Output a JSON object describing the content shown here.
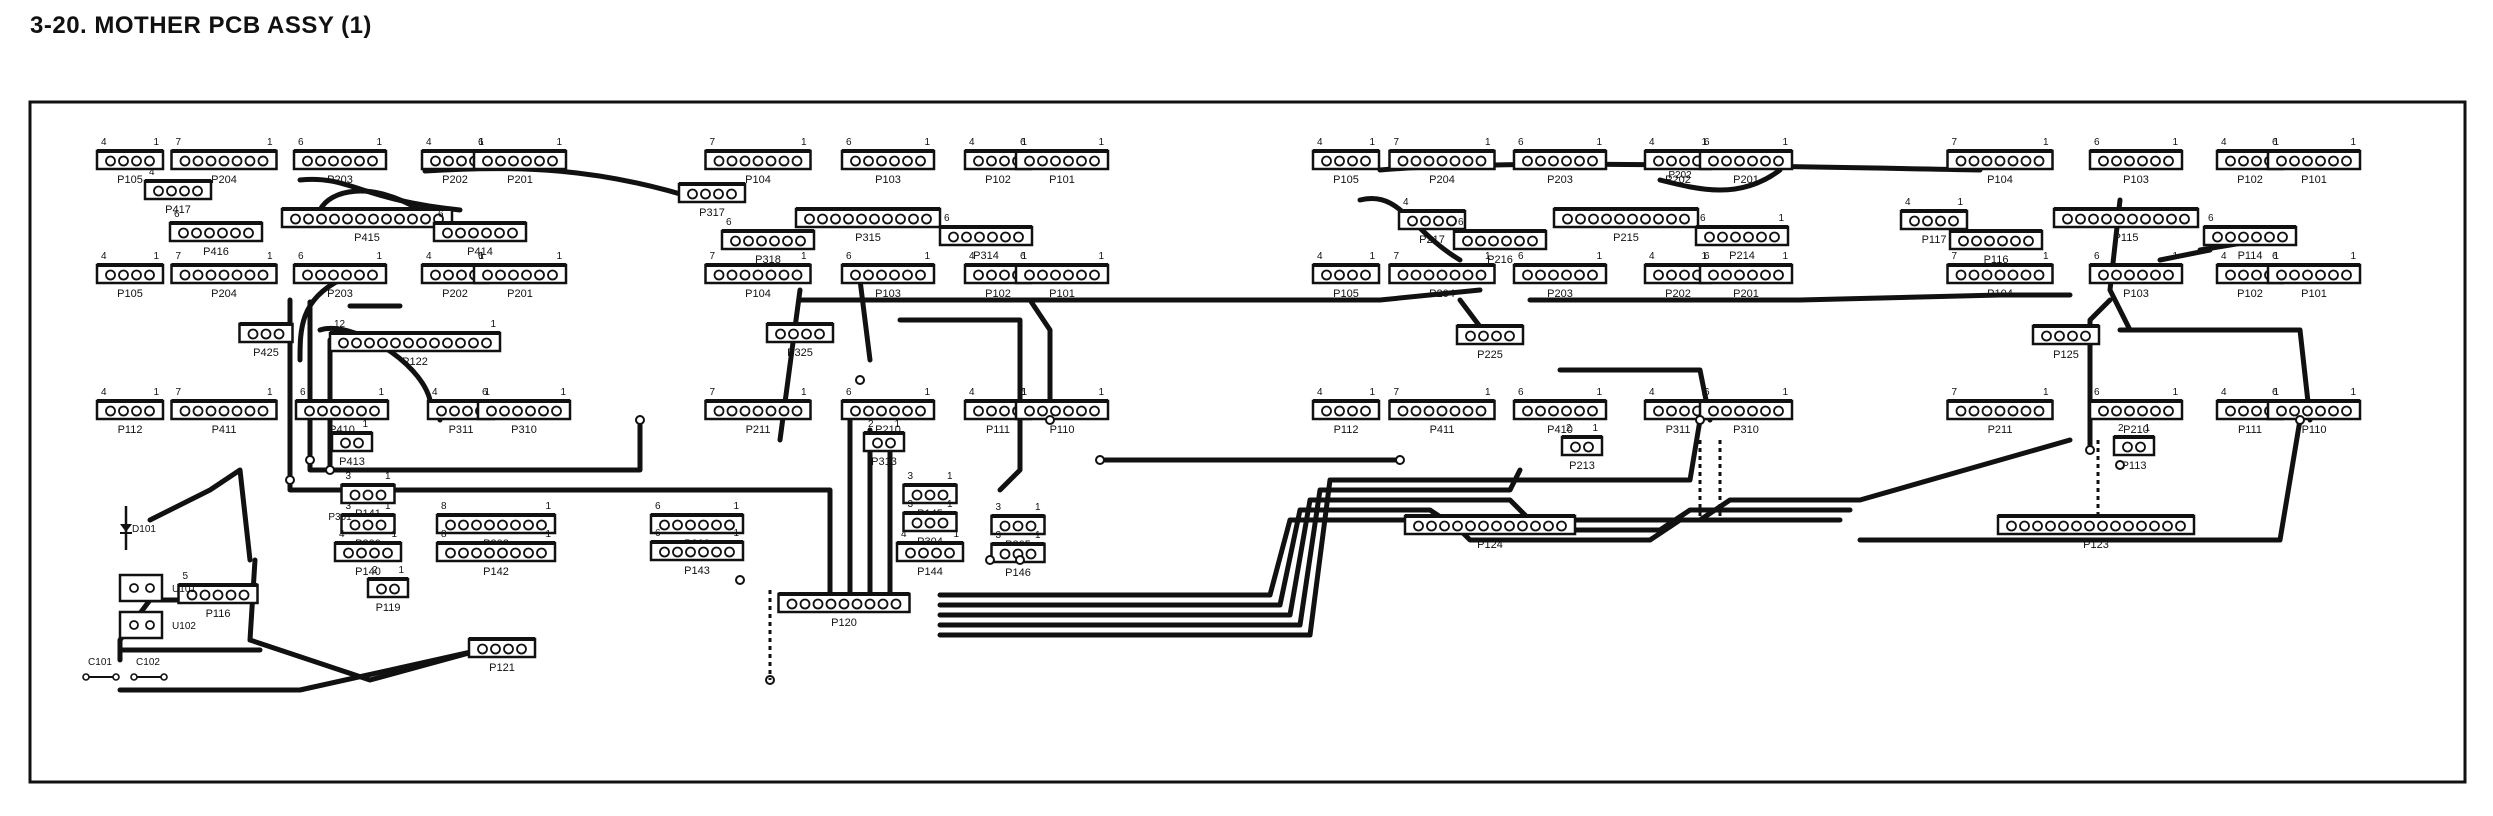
{
  "page": {
    "title": "3-20. MOTHER PCB ASSY (1)"
  },
  "colors": {
    "ink": "#111111",
    "pin": "#ffffff",
    "paper": "#ffffff"
  },
  "connectors": [
    {
      "id": "a1",
      "label": "P105",
      "pins": 4,
      "pin_first": "4",
      "pin_last": "1"
    },
    {
      "id": "a2",
      "label": "P204",
      "pins": 7,
      "pin_first": "7",
      "pin_last": "1"
    },
    {
      "id": "a3",
      "label": "P203",
      "pins": 6,
      "pin_first": "6",
      "pin_last": "1"
    },
    {
      "id": "a4",
      "label": "P202",
      "pins": 4,
      "pin_first": "4",
      "pin_last": "1"
    },
    {
      "id": "a5",
      "label": "P201",
      "pins": 6,
      "pin_first": "6",
      "pin_last": "1"
    },
    {
      "id": "a6",
      "label": "P417",
      "pins": 4,
      "pin_first": "4",
      "pin_last": ""
    },
    {
      "id": "a7",
      "label": "P416",
      "pins": 6,
      "pin_first": "6",
      "pin_last": ""
    },
    {
      "id": "a8",
      "label": "P415",
      "pins": 12,
      "pin_first": "",
      "pin_last": ""
    },
    {
      "id": "a9",
      "label": "P414",
      "pins": 6,
      "pin_first": "6",
      "pin_last": ""
    },
    {
      "id": "a10",
      "label": "P105",
      "pins": 4,
      "pin_first": "4",
      "pin_last": "1"
    },
    {
      "id": "a11",
      "label": "P204",
      "pins": 7,
      "pin_first": "7",
      "pin_last": "1"
    },
    {
      "id": "a12",
      "label": "P203",
      "pins": 6,
      "pin_first": "6",
      "pin_last": "1"
    },
    {
      "id": "a13",
      "label": "P202",
      "pins": 4,
      "pin_first": "4",
      "pin_last": "1"
    },
    {
      "id": "a14",
      "label": "P201",
      "pins": 6,
      "pin_first": "6",
      "pin_last": "1"
    },
    {
      "id": "a15",
      "label": "P425",
      "pins": 3,
      "pin_first": "",
      "pin_last": ""
    },
    {
      "id": "a16",
      "label": "P122",
      "pins": 12,
      "pin_first": "12",
      "pin_last": "1"
    },
    {
      "id": "a17",
      "label": "P112",
      "pins": 4,
      "pin_first": "4",
      "pin_last": "1"
    },
    {
      "id": "a18",
      "label": "P411",
      "pins": 7,
      "pin_first": "7",
      "pin_last": "1"
    },
    {
      "id": "a19",
      "label": "P410",
      "pins": 6,
      "pin_first": "6",
      "pin_last": "1"
    },
    {
      "id": "a20",
      "label": "P311",
      "pins": 4,
      "pin_first": "4",
      "pin_last": "1"
    },
    {
      "id": "a21",
      "label": "P310",
      "pins": 6,
      "pin_first": "6",
      "pin_last": "1"
    },
    {
      "id": "a22",
      "label": "P413",
      "pins": 2,
      "pin_first": "",
      "pin_last": "1"
    },
    {
      "id": "a23",
      "label": "P141",
      "pins": 3,
      "pin_first": "3",
      "pin_last": "1"
    },
    {
      "id": "a24",
      "label": "P300",
      "pins": 3,
      "pin_first": "3",
      "pin_last": "1"
    },
    {
      "id": "a25",
      "label": "P140",
      "pins": 4,
      "pin_first": "4",
      "pin_last": "1"
    },
    {
      "id": "a26",
      "label": "P302",
      "pins": 8,
      "pin_first": "8",
      "pin_last": "1"
    },
    {
      "id": "a27",
      "label": "P142",
      "pins": 8,
      "pin_first": "8",
      "pin_last": "1"
    },
    {
      "id": "a28",
      "label": "P119",
      "pins": 2,
      "pin_first": "2",
      "pin_last": "1"
    },
    {
      "id": "a29",
      "label": "P116",
      "pins": 5,
      "pin_first": "5",
      "pin_last": ""
    },
    {
      "id": "a30",
      "label": "P121",
      "pins": 4,
      "pin_first": "",
      "pin_last": ""
    },
    {
      "id": "b1",
      "label": "P104",
      "pins": 7,
      "pin_first": "7",
      "pin_last": "1"
    },
    {
      "id": "b2",
      "label": "P317",
      "pins": 4,
      "pin_first": "",
      "pin_last": ""
    },
    {
      "id": "b3",
      "label": "P103",
      "pins": 6,
      "pin_first": "6",
      "pin_last": "1"
    },
    {
      "id": "b4",
      "label": "P102",
      "pins": 4,
      "pin_first": "4",
      "pin_last": "1"
    },
    {
      "id": "b5",
      "label": "P101",
      "pins": 6,
      "pin_first": "6",
      "pin_last": "1"
    },
    {
      "id": "b6",
      "label": "P315",
      "pins": 10,
      "pin_first": "",
      "pin_last": ""
    },
    {
      "id": "b7",
      "label": "P314",
      "pins": 6,
      "pin_first": "6",
      "pin_last": ""
    },
    {
      "id": "b8",
      "label": "P318",
      "pins": 6,
      "pin_first": "6",
      "pin_last": ""
    },
    {
      "id": "b9",
      "label": "P104",
      "pins": 7,
      "pin_first": "7",
      "pin_last": "1"
    },
    {
      "id": "b10",
      "label": "P103",
      "pins": 6,
      "pin_first": "6",
      "pin_last": "1"
    },
    {
      "id": "b11",
      "label": "P102",
      "pins": 4,
      "pin_first": "4",
      "pin_last": "1"
    },
    {
      "id": "b12",
      "label": "P101",
      "pins": 6,
      "pin_first": "6",
      "pin_last": "1"
    },
    {
      "id": "b13",
      "label": "P325",
      "pins": 4,
      "pin_first": "",
      "pin_last": ""
    },
    {
      "id": "b14",
      "label": "P211",
      "pins": 7,
      "pin_first": "7",
      "pin_last": "1"
    },
    {
      "id": "b15",
      "label": "P210",
      "pins": 6,
      "pin_first": "6",
      "pin_last": "1"
    },
    {
      "id": "b16",
      "label": "P111",
      "pins": 4,
      "pin_first": "4",
      "pin_last": "1"
    },
    {
      "id": "b17",
      "label": "P110",
      "pins": 6,
      "pin_first": "6",
      "pin_last": "1"
    },
    {
      "id": "b18",
      "label": "P313",
      "pins": 2,
      "pin_first": "2",
      "pin_last": "1"
    },
    {
      "id": "b19",
      "label": "P145",
      "pins": 3,
      "pin_first": "3",
      "pin_last": "1"
    },
    {
      "id": "b20",
      "label": "P304",
      "pins": 3,
      "pin_first": "3",
      "pin_last": "1"
    },
    {
      "id": "b21",
      "label": "P144",
      "pins": 4,
      "pin_first": "4",
      "pin_last": "1"
    },
    {
      "id": "b22",
      "label": "P305",
      "pins": 3,
      "pin_first": "3",
      "pin_last": "1"
    },
    {
      "id": "b23",
      "label": "P146",
      "pins": 3,
      "pin_first": "3",
      "pin_last": "1"
    },
    {
      "id": "b24",
      "label": "P303",
      "pins": 6,
      "pin_first": "6",
      "pin_last": "1"
    },
    {
      "id": "b25",
      "label": "P143",
      "pins": 6,
      "pin_first": "6",
      "pin_last": "1"
    },
    {
      "id": "b26",
      "label": "P120",
      "pins": 9,
      "pin_first": "",
      "pin_last": ""
    },
    {
      "id": "c1",
      "label": "P105",
      "pins": 4,
      "pin_first": "4",
      "pin_last": "1"
    },
    {
      "id": "c2",
      "label": "P204",
      "pins": 7,
      "pin_first": "7",
      "pin_last": "1"
    },
    {
      "id": "c3",
      "label": "P203",
      "pins": 6,
      "pin_first": "6",
      "pin_last": "1"
    },
    {
      "id": "c4",
      "label": "P202",
      "pins": 4,
      "pin_first": "4",
      "pin_last": "1"
    },
    {
      "id": "c5",
      "label": "P201",
      "pins": 6,
      "pin_first": "6",
      "pin_last": "1"
    },
    {
      "id": "c6",
      "label": "P217",
      "pins": 4,
      "pin_first": "4",
      "pin_last": ""
    },
    {
      "id": "c7",
      "label": "P216",
      "pins": 6,
      "pin_first": "6",
      "pin_last": ""
    },
    {
      "id": "c8",
      "label": "P215",
      "pins": 10,
      "pin_first": "",
      "pin_last": ""
    },
    {
      "id": "c9",
      "label": "P214",
      "pins": 6,
      "pin_first": "6",
      "pin_last": "1"
    },
    {
      "id": "c10",
      "label": "P105",
      "pins": 4,
      "pin_first": "4",
      "pin_last": "1"
    },
    {
      "id": "c11",
      "label": "P204",
      "pins": 7,
      "pin_first": "7",
      "pin_last": "1"
    },
    {
      "id": "c12",
      "label": "P203",
      "pins": 6,
      "pin_first": "6",
      "pin_last": "1"
    },
    {
      "id": "c13",
      "label": "P202",
      "pins": 4,
      "pin_first": "4",
      "pin_last": "1"
    },
    {
      "id": "c14",
      "label": "P201",
      "pins": 6,
      "pin_first": "6",
      "pin_last": "1"
    },
    {
      "id": "c15",
      "label": "P225",
      "pins": 4,
      "pin_first": "",
      "pin_last": ""
    },
    {
      "id": "c16",
      "label": "P112",
      "pins": 4,
      "pin_first": "4",
      "pin_last": "1"
    },
    {
      "id": "c17",
      "label": "P411",
      "pins": 7,
      "pin_first": "7",
      "pin_last": "1"
    },
    {
      "id": "c18",
      "label": "P410",
      "pins": 6,
      "pin_first": "6",
      "pin_last": "1"
    },
    {
      "id": "c19",
      "label": "P311",
      "pins": 4,
      "pin_first": "4",
      "pin_last": "1"
    },
    {
      "id": "c20",
      "label": "P310",
      "pins": 6,
      "pin_first": "6",
      "pin_last": "1"
    },
    {
      "id": "c21",
      "label": "P213",
      "pins": 2,
      "pin_first": "2",
      "pin_last": "1"
    },
    {
      "id": "c22",
      "label": "P124",
      "pins": 12,
      "pin_first": "",
      "pin_last": ""
    },
    {
      "id": "d1",
      "label": "P104",
      "pins": 7,
      "pin_first": "7",
      "pin_last": "1"
    },
    {
      "id": "d2",
      "label": "P117",
      "pins": 4,
      "pin_first": "4",
      "pin_last": "1"
    },
    {
      "id": "d3",
      "label": "P116",
      "pins": 6,
      "pin_first": "",
      "pin_last": ""
    },
    {
      "id": "d4",
      "label": "P103",
      "pins": 6,
      "pin_first": "6",
      "pin_last": "1"
    },
    {
      "id": "d5",
      "label": "P102",
      "pins": 4,
      "pin_first": "4",
      "pin_last": "1"
    },
    {
      "id": "d6",
      "label": "P101",
      "pins": 6,
      "pin_first": "6",
      "pin_last": "1"
    },
    {
      "id": "d7",
      "label": "P115",
      "pins": 10,
      "pin_first": "",
      "pin_last": ""
    },
    {
      "id": "d8",
      "label": "P114",
      "pins": 6,
      "pin_first": "6",
      "pin_last": ""
    },
    {
      "id": "d9",
      "label": "P104",
      "pins": 7,
      "pin_first": "7",
      "pin_last": "1"
    },
    {
      "id": "d10",
      "label": "P103",
      "pins": 6,
      "pin_first": "6",
      "pin_last": "1"
    },
    {
      "id": "d11",
      "label": "P102",
      "pins": 4,
      "pin_first": "4",
      "pin_last": "1"
    },
    {
      "id": "d12",
      "label": "P101",
      "pins": 6,
      "pin_first": "6",
      "pin_last": "1"
    },
    {
      "id": "d13",
      "label": "P125",
      "pins": 4,
      "pin_first": "",
      "pin_last": ""
    },
    {
      "id": "d14",
      "label": "P211",
      "pins": 7,
      "pin_first": "7",
      "pin_last": "1"
    },
    {
      "id": "d15",
      "label": "P210",
      "pins": 6,
      "pin_first": "6",
      "pin_last": "1"
    },
    {
      "id": "d16",
      "label": "P111",
      "pins": 4,
      "pin_first": "4",
      "pin_last": "1"
    },
    {
      "id": "d17",
      "label": "P110",
      "pins": 6,
      "pin_first": "6",
      "pin_last": "1"
    },
    {
      "id": "d18",
      "label": "P113",
      "pins": 2,
      "pin_first": "2",
      "pin_last": "1"
    },
    {
      "id": "d19",
      "label": "P123",
      "pins": 14,
      "pin_first": "",
      "pin_last": ""
    }
  ],
  "components": [
    {
      "id": "k1",
      "label": "D101"
    },
    {
      "id": "k2",
      "label": "U101"
    },
    {
      "id": "k3",
      "label": "U102"
    },
    {
      "id": "k4",
      "label": "C101"
    },
    {
      "id": "k5",
      "label": "C102"
    },
    {
      "id": "k6",
      "label": "P301"
    },
    {
      "id": "k7",
      "label": "P202"
    }
  ]
}
